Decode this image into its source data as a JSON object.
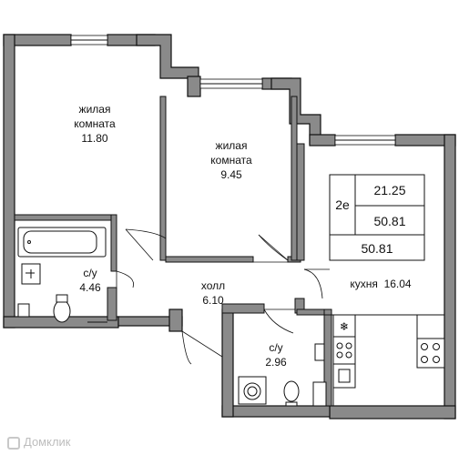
{
  "rooms": {
    "living1": {
      "name": "жилая комната",
      "name_line1": "жилая",
      "name_line2": "комната",
      "area": "11.80"
    },
    "living2": {
      "name_line1": "жилая",
      "name_line2": "комната",
      "area": "9.45"
    },
    "bath1": {
      "name": "с/у",
      "area": "4.46"
    },
    "hall": {
      "name": "холл",
      "area": "6.10"
    },
    "bath2": {
      "name": "с/у",
      "area": "2.96"
    },
    "kitchen": {
      "name": "кухня",
      "area": "16.04"
    }
  },
  "info_box": {
    "type": "2е",
    "living_area": "21.25",
    "area_2": "50.81",
    "total_area": "50.81"
  },
  "watermark": "Домклик",
  "colors": {
    "wall": "#8a8a8a",
    "wall_outline": "#111111",
    "background": "#ffffff"
  }
}
